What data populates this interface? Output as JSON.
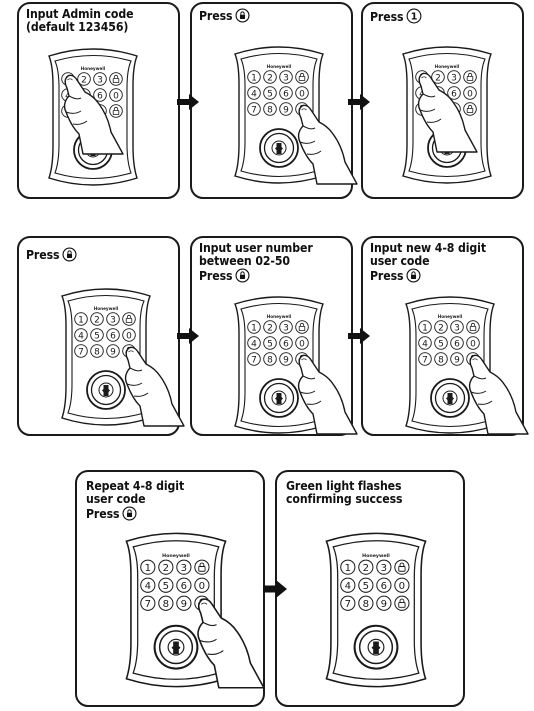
{
  "steps": [
    {
      "id": 1,
      "lines": [
        "Input Admin code",
        "(default 123456)"
      ],
      "icon": null,
      "press_target": "1",
      "show_hand": true
    },
    {
      "id": 2,
      "lines": [
        "Press"
      ],
      "icon": "lock-key-icon",
      "press_target": "lock",
      "show_hand": true
    },
    {
      "id": 3,
      "lines": [
        "Press"
      ],
      "icon": "circled-1",
      "icon_text": "1",
      "press_target": "1",
      "show_hand": true
    },
    {
      "id": 4,
      "lines": [
        "Press"
      ],
      "icon": "lock-key-icon",
      "press_target": "lock",
      "show_hand": true
    },
    {
      "id": 5,
      "lines": [
        "Input user number",
        "between 02-50",
        "Press"
      ],
      "icon": "lock-key-icon",
      "press_target": "lock",
      "show_hand": true
    },
    {
      "id": 6,
      "lines": [
        "Input new 4-8 digit",
        "user code",
        "Press"
      ],
      "icon": "lock-key-icon",
      "press_target": "lock",
      "show_hand": true
    },
    {
      "id": 7,
      "lines": [
        "Repeat 4-8 digit",
        "user code",
        "Press"
      ],
      "icon": "lock-key-icon",
      "press_target": "lock",
      "show_hand": true
    },
    {
      "id": 8,
      "lines": [
        "Green light flashes",
        "confirming success"
      ],
      "icon": null,
      "press_target": null,
      "show_hand": false
    }
  ],
  "keypad": {
    "brand": "Honeywell",
    "rows": [
      [
        "1",
        "2",
        "3",
        "lock"
      ],
      [
        "4",
        "5",
        "6",
        "0"
      ],
      [
        "7",
        "8",
        "9",
        "lock"
      ]
    ]
  },
  "arrows": [
    {
      "from": 1,
      "to": 2
    },
    {
      "from": 2,
      "to": 3
    },
    {
      "from": 4,
      "to": 5
    },
    {
      "from": 5,
      "to": 6
    },
    {
      "from": 7,
      "to": 8
    }
  ],
  "colors": {
    "ink": "#1a1a1a",
    "background": "#ffffff"
  }
}
